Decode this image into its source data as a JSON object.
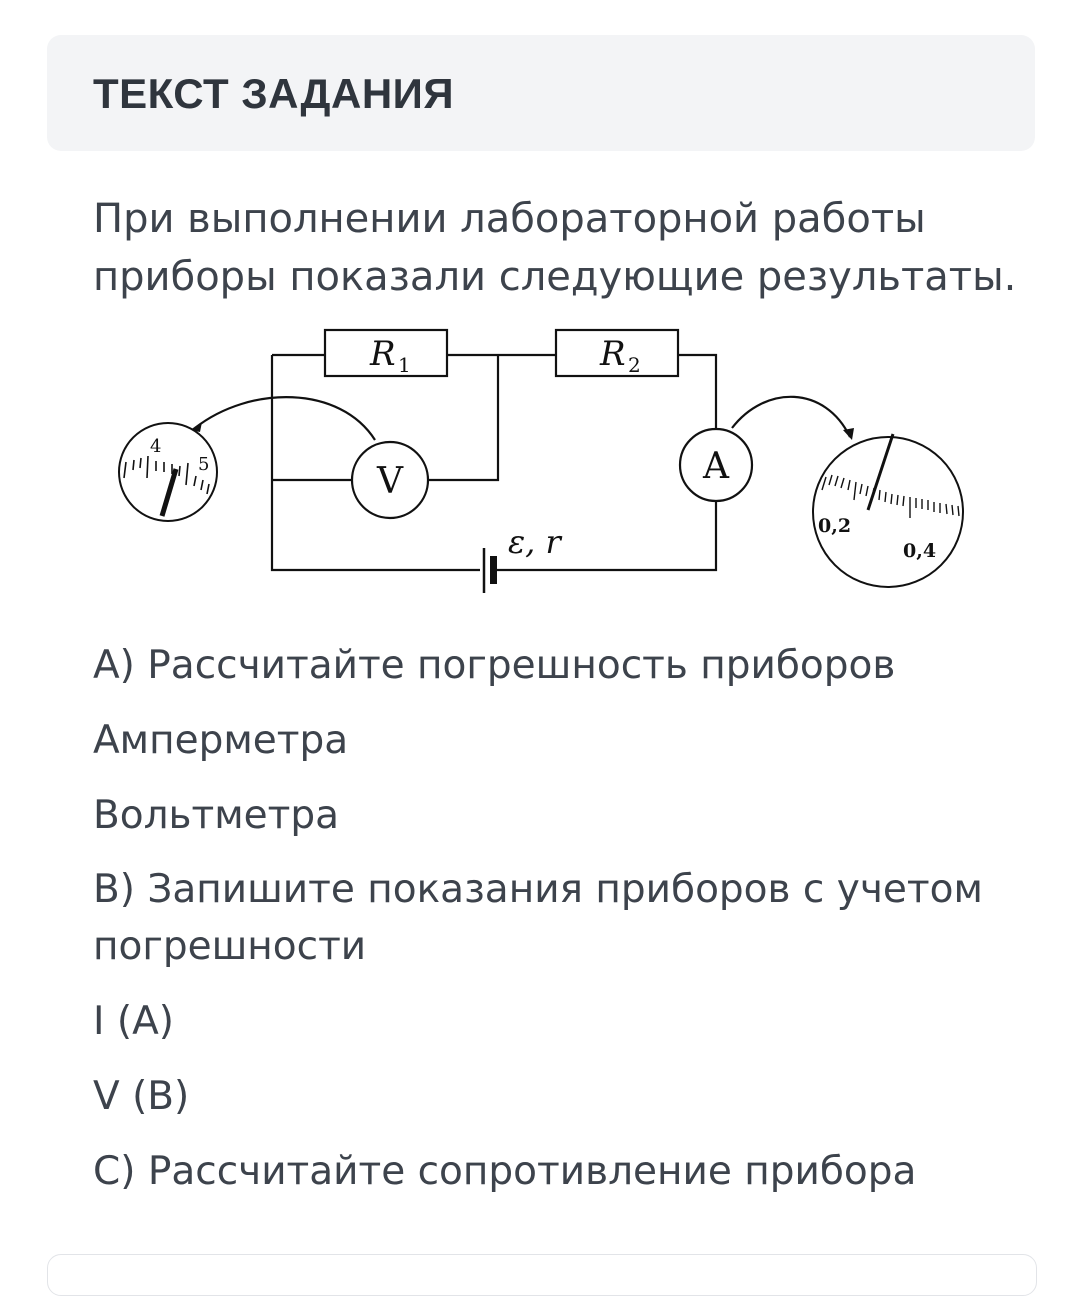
{
  "header": {
    "title": "ТЕКСТ ЗАДАНИЯ"
  },
  "task": {
    "intro": "При выполнении лабораторной работы приборы показали следующие результаты.",
    "questions": [
      "А) Рассчитайте погрешность приборов",
      "Амперметра",
      "Вольтметра",
      "В) Запишите показания приборов с учетом погрешности",
      "I (A)",
      "V (B)",
      "С) Рассчитайте сопротивление прибора"
    ]
  },
  "diagram": {
    "r1": "R",
    "r1_sub": "1",
    "r2": "R",
    "r2_sub": "2",
    "voltmeter": "V",
    "ammeter": "A",
    "source": "ε, r",
    "voltmeter_scale": [
      "4",
      "5"
    ],
    "ammeter_scale": [
      "0,2",
      "0,4"
    ]
  }
}
